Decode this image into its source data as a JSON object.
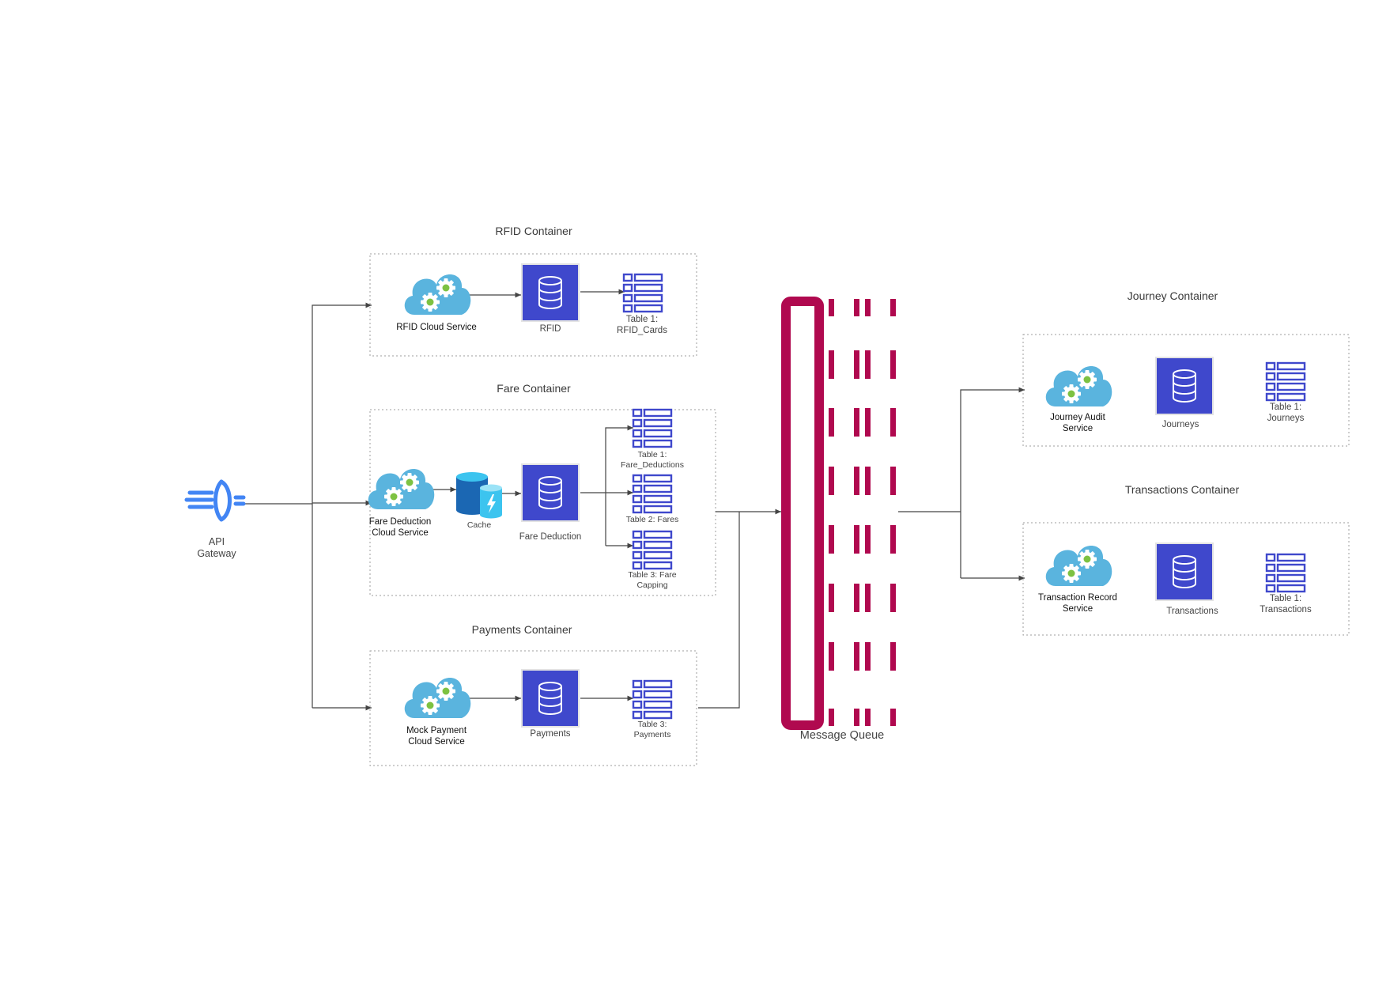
{
  "api_gateway": {
    "label_line1": "API",
    "label_line2": "Gateway"
  },
  "message_queue": {
    "label": "Message Queue"
  },
  "rfid": {
    "title": "RFID Container",
    "service_label": "RFID Cloud Service",
    "db_label": "RFID",
    "table_line1": "Table 1:",
    "table_line2": "RFID_Cards"
  },
  "fare": {
    "title": "Fare Container",
    "service_line1": "Fare Deduction",
    "service_line2": "Cloud Service",
    "cache_label": "Cache",
    "db_label": "Fare Deduction",
    "table1_line1": "Table 1:",
    "table1_line2": "Fare_Deductions",
    "table2_line1": "Table 2: Fares",
    "table3_line1": "Table 3: Fare",
    "table3_line2": "Capping"
  },
  "payments": {
    "title": "Payments Container",
    "service_line1": "Mock Payment",
    "service_line2": "Cloud Service",
    "db_label": "Payments",
    "table_line1": "Table 3:",
    "table_line2": "Payments"
  },
  "journey": {
    "title": "Journey Container",
    "service_line1": "Journey Audit",
    "service_line2": "Service",
    "db_label": "Journeys",
    "table_line1": "Table 1:",
    "table_line2": "Journeys"
  },
  "transactions": {
    "title": "Transactions Container",
    "service_line1": "Transaction Record",
    "service_line2": "Service",
    "db_label": "Transactions",
    "table_line1": "Table 1:",
    "table_line2": "Transactions"
  },
  "colors": {
    "db_fill": "#3F48CC",
    "table_stroke": "#3F48CC",
    "queue": "#B0094F",
    "cloud": "#5AB4DE",
    "gear": "#FFFFFF",
    "gear_center": "#7DC242",
    "gateway": "#4285F4",
    "cache_dark": "#1B67B3",
    "cache_light": "#3CC4EF",
    "connector": "#444444",
    "container_border": "#9E9E9E"
  }
}
